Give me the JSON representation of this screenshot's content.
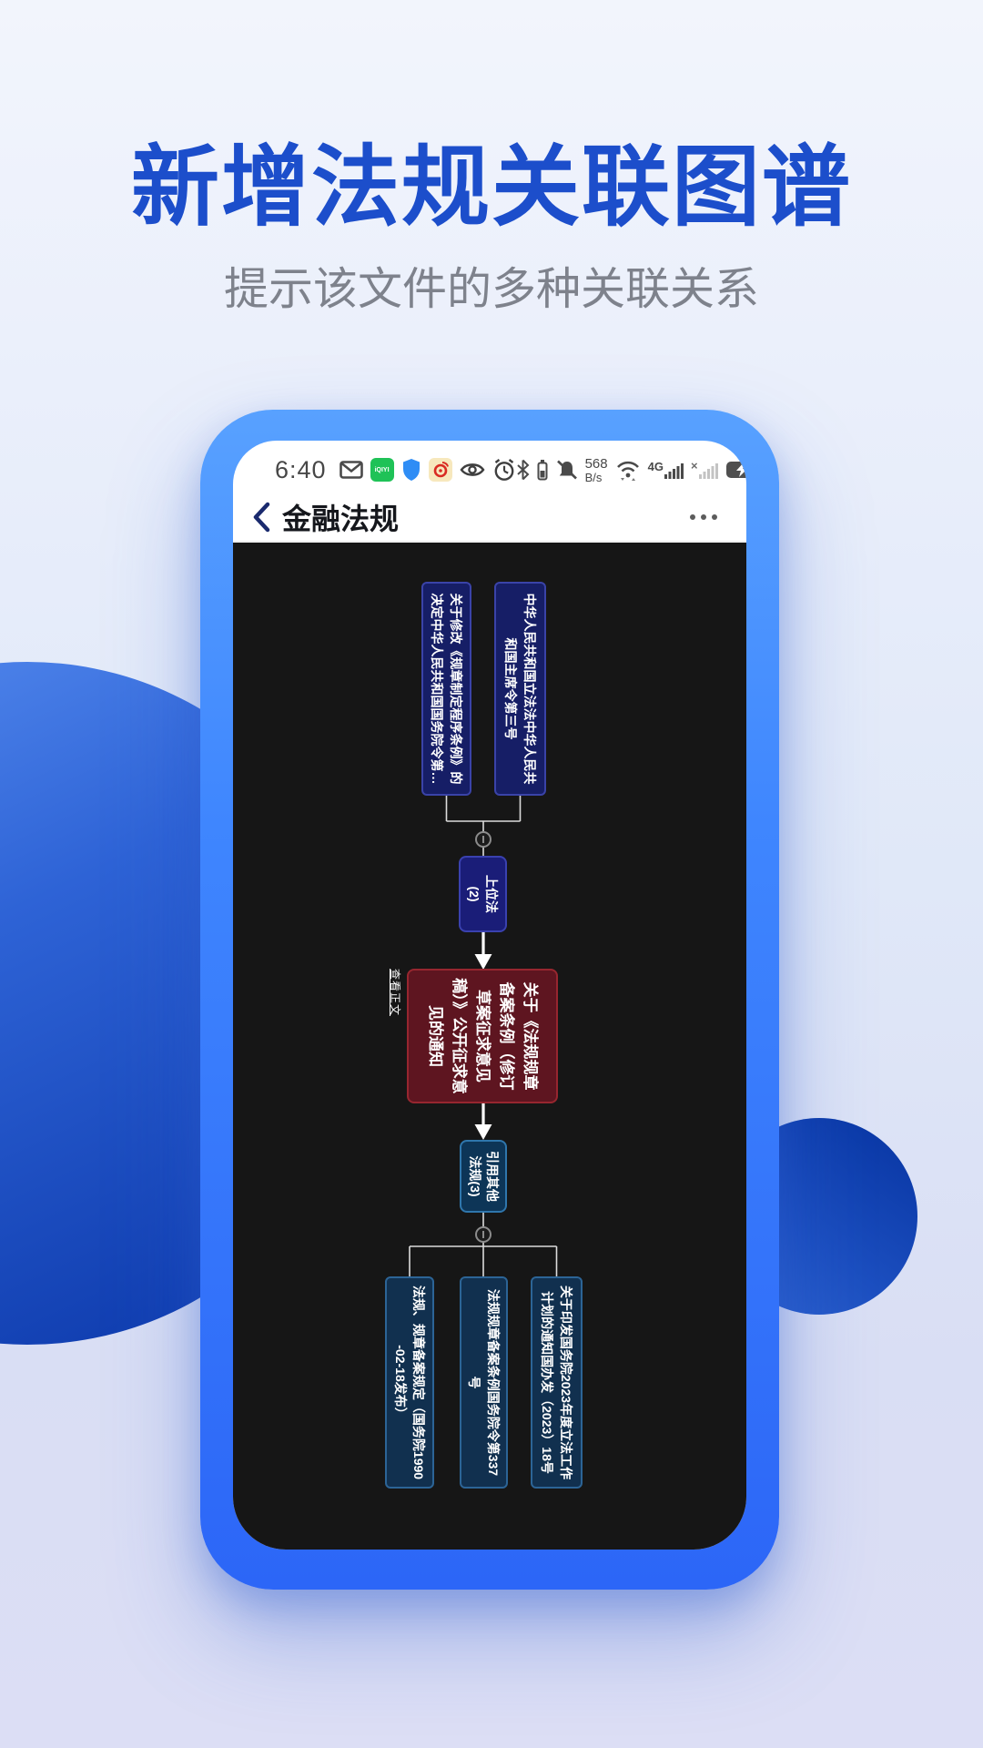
{
  "hero": {
    "title": "新增法规关联图谱",
    "subtitle": "提示该文件的多种关联关系",
    "title_color": "#1c4ecb"
  },
  "status_bar": {
    "time": "6:40",
    "net_speed_value": "568",
    "net_speed_unit": "B/s",
    "network_type": "4G",
    "sim2_label": "×",
    "iqiyi_label": "iQIYI",
    "icons": [
      "mail-icon",
      "iqiyi-app-icon",
      "shield-icon",
      "weibo-app-icon",
      "eye-icon",
      "alarm-clock-icon",
      "bluetooth-icon",
      "device-battery-icon",
      "bell-muted-icon",
      "wifi-icon",
      "signal-bars-icon",
      "battery-charging-icon"
    ]
  },
  "nav": {
    "title": "金融法规"
  },
  "graph": {
    "background": "#161616",
    "line_color": "#dcdcdc",
    "parents": [
      {
        "label": "中华人民共和国立法法中华人民共和国主席令第三号"
      },
      {
        "label": "关于修改《规章制定程序条例》的决定中华人民共和国国务院令第…"
      }
    ],
    "up_relation": {
      "label": "上位法(2)",
      "lines": [
        "上位法",
        "(2)"
      ]
    },
    "doc": {
      "label": "关于《法规规章备案条例（修订草案征求意见稿）》公开征求意见的通知",
      "fill": "#5e1520",
      "border": "#97262f"
    },
    "view_link": "查看正文",
    "down_relation": {
      "label": "引用其他法规(3)",
      "lines": [
        "引用其他",
        "法规(3)"
      ]
    },
    "children": [
      {
        "label": "关于印发国务院2023年度立法工作计划的通知国办发（2023）18号"
      },
      {
        "label": "法规规章备案条例国务院令第337号"
      },
      {
        "label": "法规、规章备案规定（国务院1990-02-18发布）"
      }
    ],
    "node_colors": {
      "parent_fill": "#161e66",
      "parent_border": "#3a43a8",
      "up_fill": "#1a1d78",
      "up_border": "#3a41af",
      "down_fill": "#0d3557",
      "down_border": "#2f76ac",
      "child_fill": "#11304f",
      "child_border": "#2c6496"
    }
  }
}
